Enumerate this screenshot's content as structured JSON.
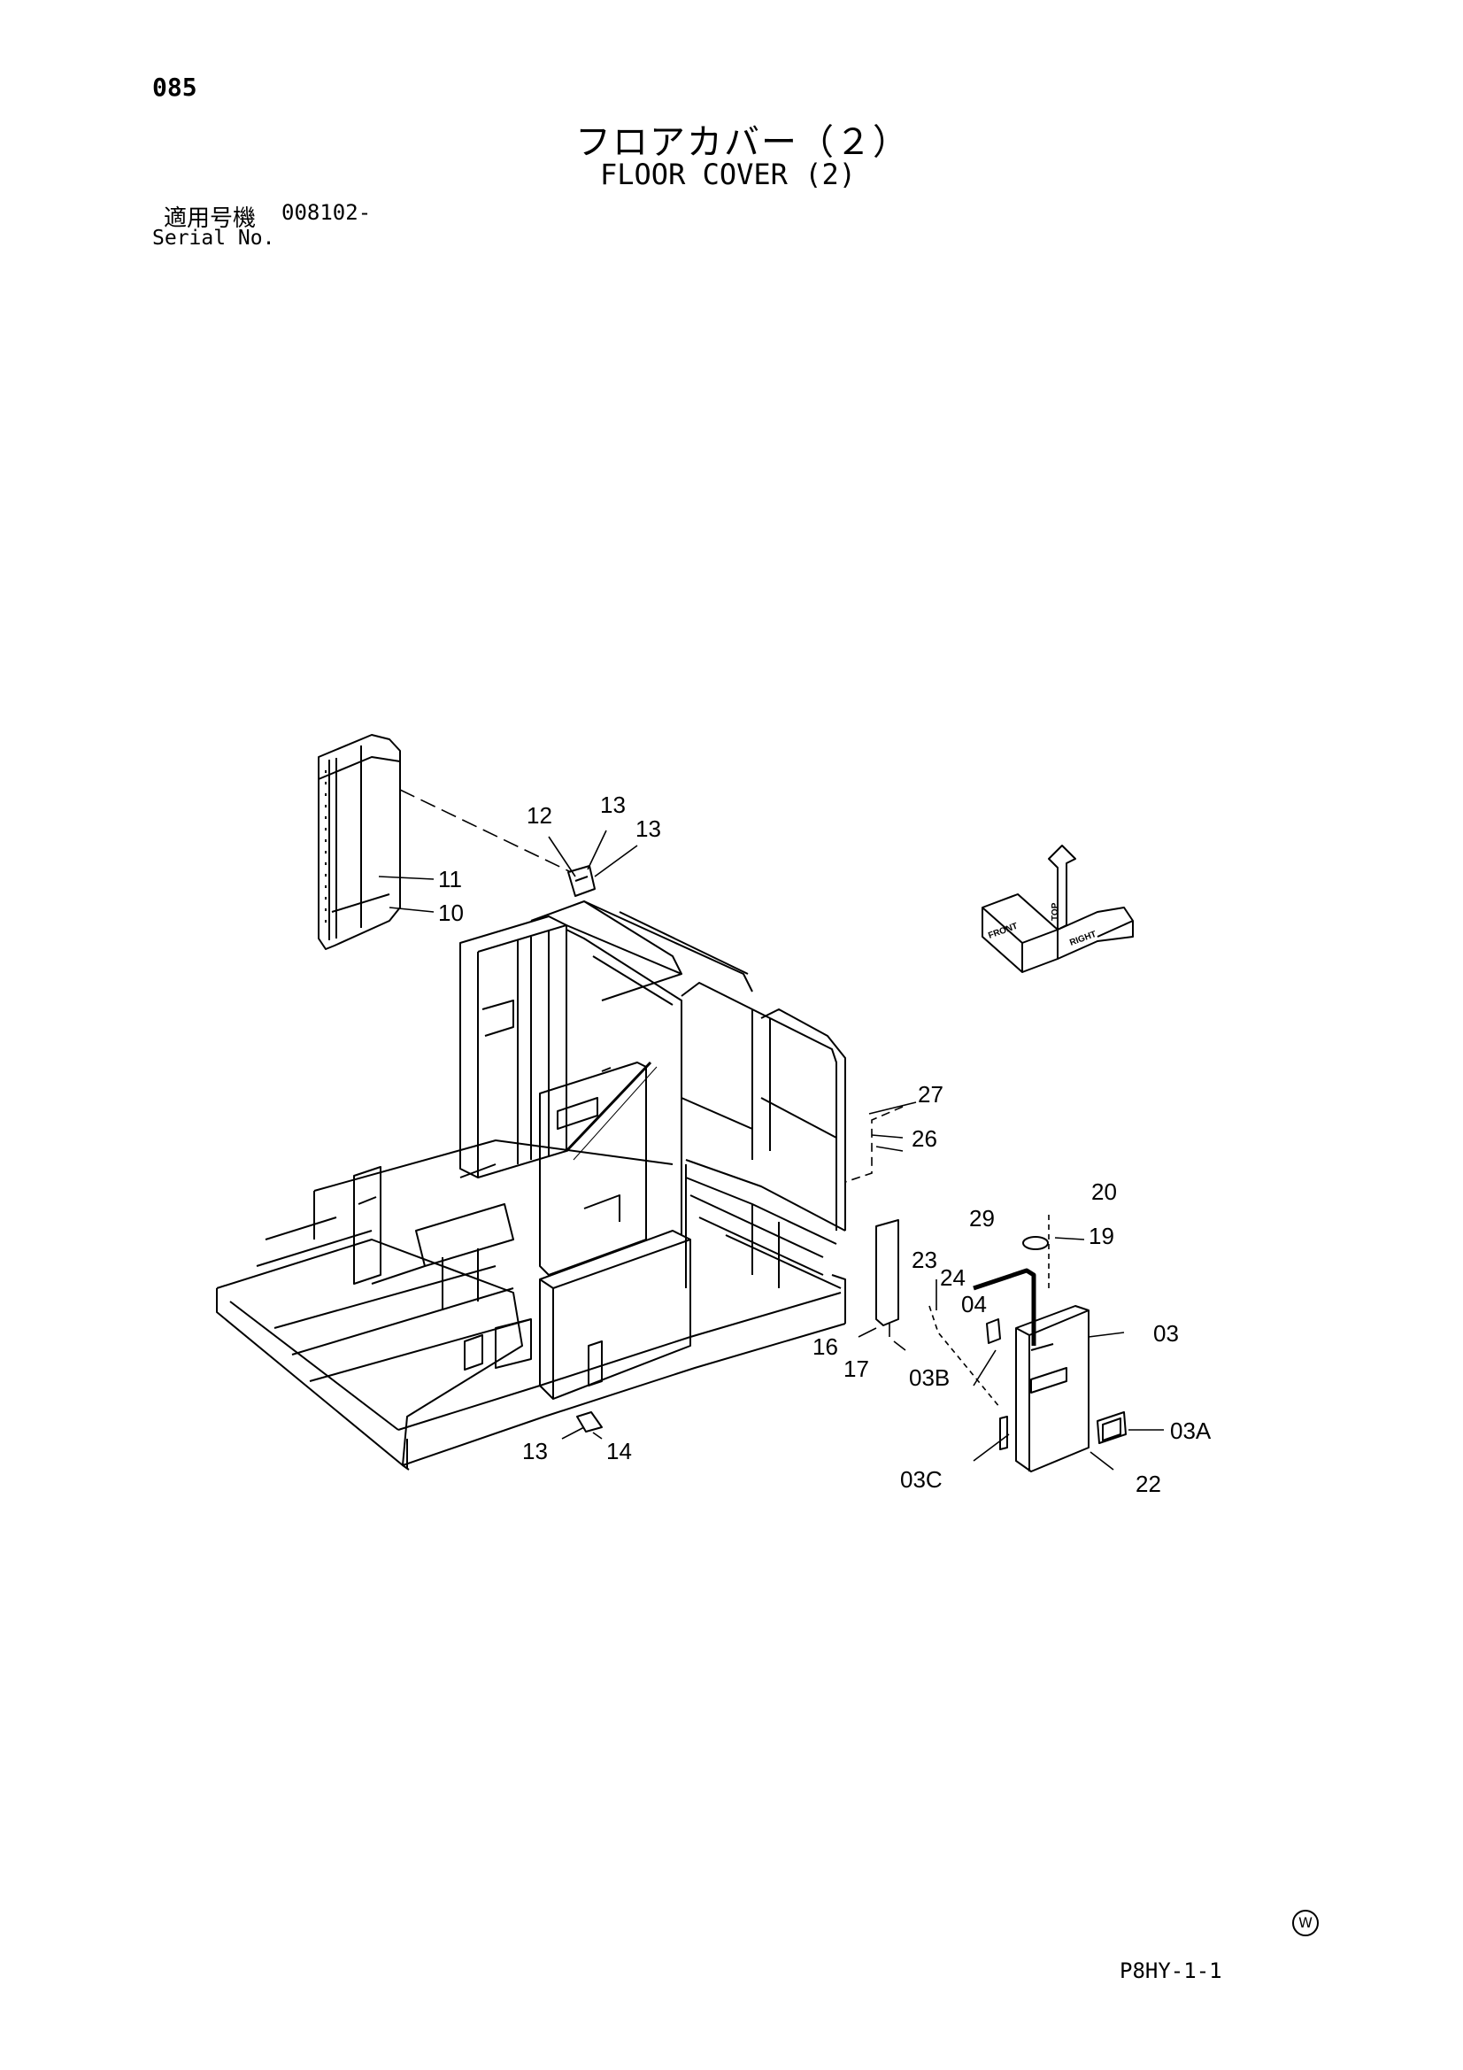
{
  "page_number": "085",
  "title_ja": "フロアカバー（２）",
  "title_en": "FLOOR COVER (2)",
  "serial_label_ja": "適用号機",
  "serial_from": "008102-",
  "serial_label_en": "Serial No.",
  "drawing_code": "P8HY-1-1",
  "corner_mark": "W",
  "direction_labels": {
    "front": "FRONT",
    "right": "RIGHT",
    "top": "TOP"
  },
  "callouts": [
    "12",
    "13",
    "13",
    "11",
    "10",
    "27",
    "26",
    "20",
    "29",
    "19",
    "23",
    "24",
    "04",
    "03",
    "16",
    "17",
    "03B",
    "03A",
    "13",
    "14",
    "03C",
    "22"
  ]
}
